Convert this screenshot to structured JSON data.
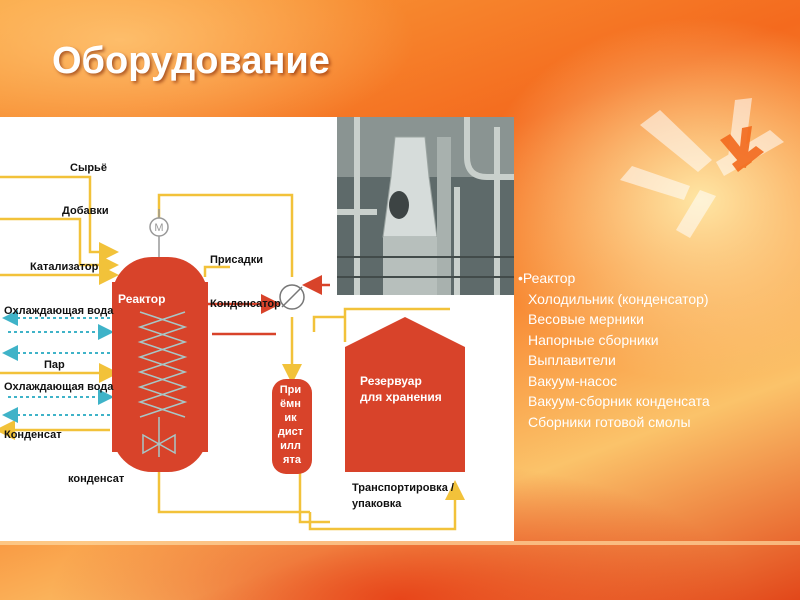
{
  "slide": {
    "title": "Оборудование"
  },
  "diagram": {
    "labels": {
      "syrye": "Сырьё",
      "dobavki": "Добавки",
      "katalizator": "Катализатор",
      "ohlazhd_voda_1": "Охлаждающая вода",
      "par": "Пар",
      "ohlazhd_voda_2": "Охлаждающая вода",
      "kondensat_1": "Конденсат",
      "kondensat_2": "конденсат",
      "reaktor": "Реактор",
      "prisadki": "Присадки",
      "kondensator": "Конденсатор",
      "motor": "M",
      "priemnik_lines": [
        "При",
        "ёмн",
        "ик",
        "дист",
        "илл",
        "ята"
      ],
      "rezervuar_lines": [
        "Резервуар",
        "для хранения"
      ],
      "transport_lines": [
        "Транспортировка /",
        "упаковка"
      ]
    }
  },
  "equipment_list": [
    "Реактор",
    "Холодильник (конденсатор)",
    "Весовые мерники",
    "Напорные сборники",
    "Выплавители",
    "Вакуум-насос",
    "Вакуум-сборник конденсата",
    "Сборники готовой смолы"
  ],
  "colors": {
    "vessel_red": "#d8432a",
    "pipe_yellow": "#f2c23a",
    "water_teal": "#3fb3c8",
    "slide_orange": "#f46a1e"
  }
}
